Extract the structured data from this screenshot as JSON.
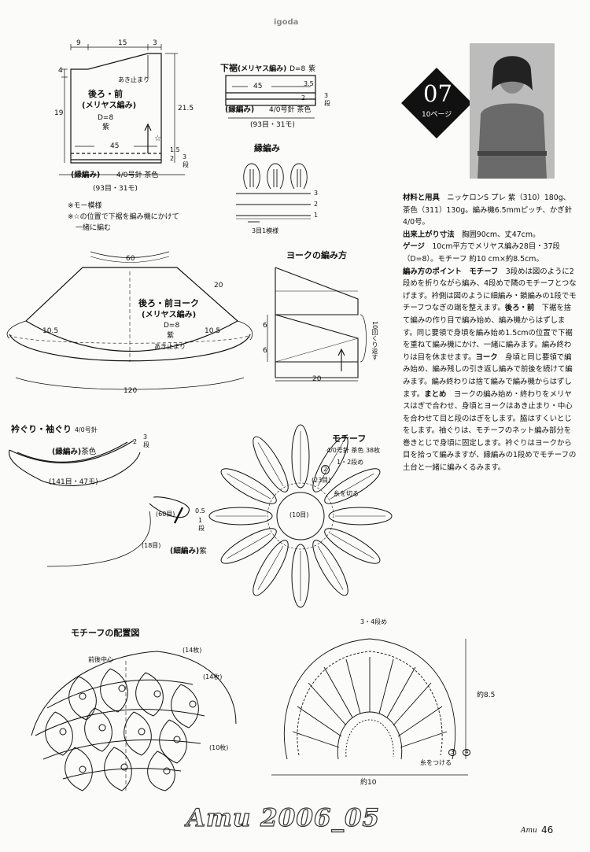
{
  "header": {
    "site": "igoda"
  },
  "badge": {
    "number": "07",
    "page_ref": "10ページ"
  },
  "back_front": {
    "title": "後ろ・前",
    "subtitle": "(メリヤス編み)",
    "row": "D=8",
    "color": "紫",
    "slit": "あき止まり",
    "top_dims": [
      "9",
      "15",
      "3"
    ],
    "left_top": "4",
    "left_main": "19",
    "right_main": "21.5",
    "right_small_a": "1.5",
    "right_small_b": "2",
    "right_rows": "3",
    "right_rows_unit": "段",
    "width": "45",
    "edge_label": "(縁編み)",
    "edge_spec": "4/0号針 茶色",
    "edge_count": "(93目・31モ)",
    "note1": "※モー模様",
    "note2": "※☆の位置で下裾を編み機にかけて",
    "note3": "一緒に編む"
  },
  "hem": {
    "title": "下裾",
    "subtitle": "(メリヤス編み)",
    "row": "D=8",
    "color": "紫",
    "width": "45",
    "h1": "3.5",
    "h2": "2",
    "rows": "3",
    "rows_unit": "段",
    "edge_label": "(縁編み)",
    "edge_spec": "4/0号針 茶色",
    "edge_count": "(93目・31モ)"
  },
  "border": {
    "title": "縁編み",
    "row_marks": [
      "3",
      "2",
      "1"
    ],
    "repeat": "3目1模様"
  },
  "yoke_method": {
    "title": "ヨークの編み方",
    "h1": "6",
    "h2": "6",
    "repeat": "10回くり返す",
    "width": "20"
  },
  "yoke": {
    "title": "後ろ・前ヨーク",
    "subtitle": "(メリヤス編み)",
    "row": "D=8",
    "color": "紫",
    "top": "60",
    "side": "20",
    "left": "10.5",
    "right": "10.5",
    "slit": "あき止まり",
    "bottom": "120"
  },
  "neck": {
    "title": "衿ぐり・袖ぐり",
    "needle": "4/0号針",
    "edge_label": "(縁編み)",
    "edge_color": "茶色",
    "count": "(141目・47モ)",
    "h": "2",
    "rows": "3",
    "rows_unit": "段",
    "armhole_count": "(60目)",
    "armhole_h": "0.5",
    "armhole_rows": "1",
    "armhole_rows_unit": "段",
    "armhole_count2": "(18目)",
    "armhole_edge": "(細編み)",
    "armhole_color": "紫"
  },
  "motif": {
    "title": "モチーフ",
    "spec": "4/0号針 茶色 38枚",
    "rounds": "1・2段め",
    "center": "(10目)",
    "count23": "(23目)",
    "cut": "糸を切る",
    "mark2": "2"
  },
  "layout": {
    "title": "モチーフの配置図",
    "center": "前後中心",
    "c1": "(14枚)",
    "c2": "(14枚)",
    "c3": "(10枚)"
  },
  "fan": {
    "title": "3・4段め",
    "height": "約8.5",
    "width": "約10",
    "attach": "糸をつける",
    "mark3": "3",
    "mark4": "4"
  },
  "instructions": {
    "materials_label": "材料と用具",
    "materials": "ニッケロンS プレ 紫（310）180g、茶色（311）130g。編み機6.5mmピッチ、かぎ針4/0号。",
    "size_label": "出来上がり寸法",
    "size": "胸囲90cm、丈47cm。",
    "gauge_label": "ゲージ",
    "gauge": "10cm平方でメリヤス編み28目・37段（D=8）。モチーフ 約10 cm×約8.5cm。",
    "points_label": "編み方のポイント",
    "motif_label": "モチーフ",
    "motif_text": "3段めは図のように2段めを折りながら編み、4段めで隣のモチーフとつなげます。衿側は図のように細編み・鎖編みの1段でモチーフつなぎの端を整えます。",
    "bf_label": "後ろ・前",
    "bf_text": "下裾を捨て編みの作り目で編み始め、編み機からはずします。同じ要領で身頃を編み始め1.5cmの位置で下裾を重ねて編み機にかけ、一緒に編みます。編み終わりは目を休ませます。",
    "yoke_label": "ヨーク",
    "yoke_text": "身頃と同じ要領で編み始め、編み残しの引き返し編みで前後を続けて編みます。編み終わりは捨て編みで編み機からはずします。",
    "finish_label": "まとめ",
    "finish_text": "ヨークの編み始め・終わりをメリヤスはぎで合わせ、身頃とヨークはあき止まり・中心を合わせて目と段のはぎをします。脇はすくいとじをします。袖ぐりは、モチーフのネット編み部分を巻きとじで身頃に固定します。衿ぐりはヨークから目を拾って編みますが、縁編みの1段めでモチーフの土台と一緒に編みくるみます。"
  },
  "footer": {
    "magazine": "Amu 2006_05",
    "brand": "Amu",
    "page": "46"
  }
}
